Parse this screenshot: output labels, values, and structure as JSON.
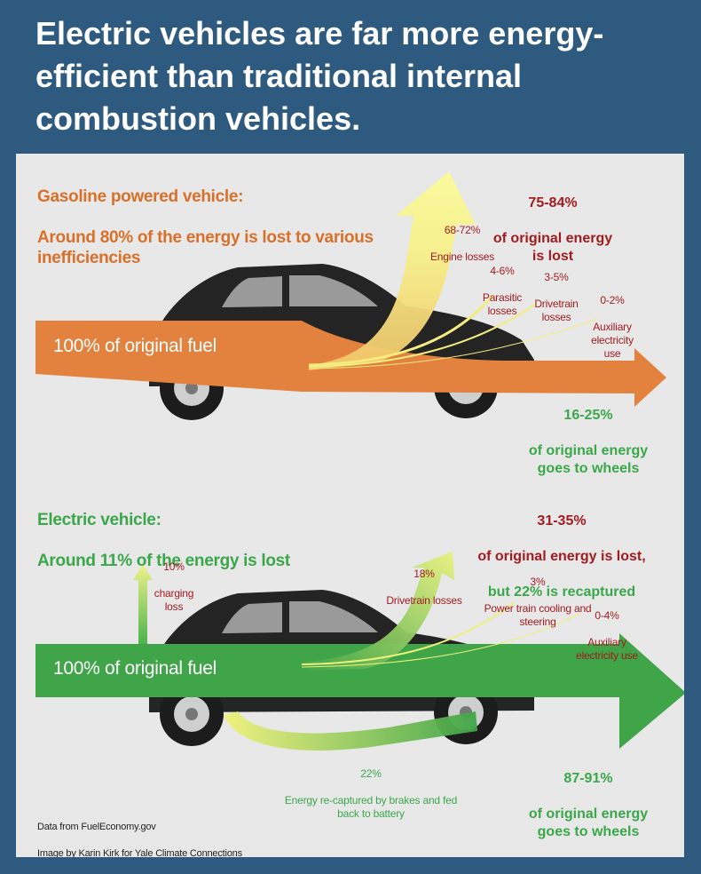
{
  "headline": "Electric vehicles are far more energy-efficient than traditional internal combustion vehicles.",
  "gasoline": {
    "heading_line1": "Gasoline powered vehicle:",
    "heading_line2": "Around 80% of the energy is lost to various inefficiencies",
    "input_label": "100% of original fuel",
    "total_lost_pct": "75-84%",
    "total_lost_text": "of original energy\nis lost",
    "losses": [
      {
        "pct": "68-72%",
        "label": "Engine losses"
      },
      {
        "pct": "4-6%",
        "label": "Parasitic\nlosses"
      },
      {
        "pct": "3-5%",
        "label": "Drivetrain\nlosses"
      },
      {
        "pct": "0-2%",
        "label": "Auxiliary\nelectricity\nuse"
      }
    ],
    "wheels_pct": "16-25%",
    "wheels_text": "of original energy\ngoes to wheels",
    "color": "#e2823e"
  },
  "electric": {
    "heading_line1": "Electric vehicle:",
    "heading_line2": "Around 11% of the energy is lost",
    "input_label": "100% of original fuel",
    "total_lost_pct": "31-35%",
    "total_lost_text": "of original energy is lost,",
    "recaptured_text": "but 22% is recaptured",
    "losses": [
      {
        "pct": "10%",
        "label": "charging\nloss"
      },
      {
        "pct": "18%",
        "label": "Drivetrain losses"
      },
      {
        "pct": "3%",
        "label": "Power train cooling and\nsteering"
      },
      {
        "pct": "0-4%",
        "label": "Auxiliary\nelectricity use"
      }
    ],
    "recapture": {
      "pct": "22%",
      "label": "Energy re-captured by brakes and fed\nback to battery"
    },
    "wheels_pct": "87-91%",
    "wheels_text": "of original energy\ngoes to wheels",
    "color": "#3fa548"
  },
  "credits": {
    "line1": "Data from FuelEconomy.gov",
    "line2": "Image by Karin Kirk for Yale Climate Connections"
  }
}
